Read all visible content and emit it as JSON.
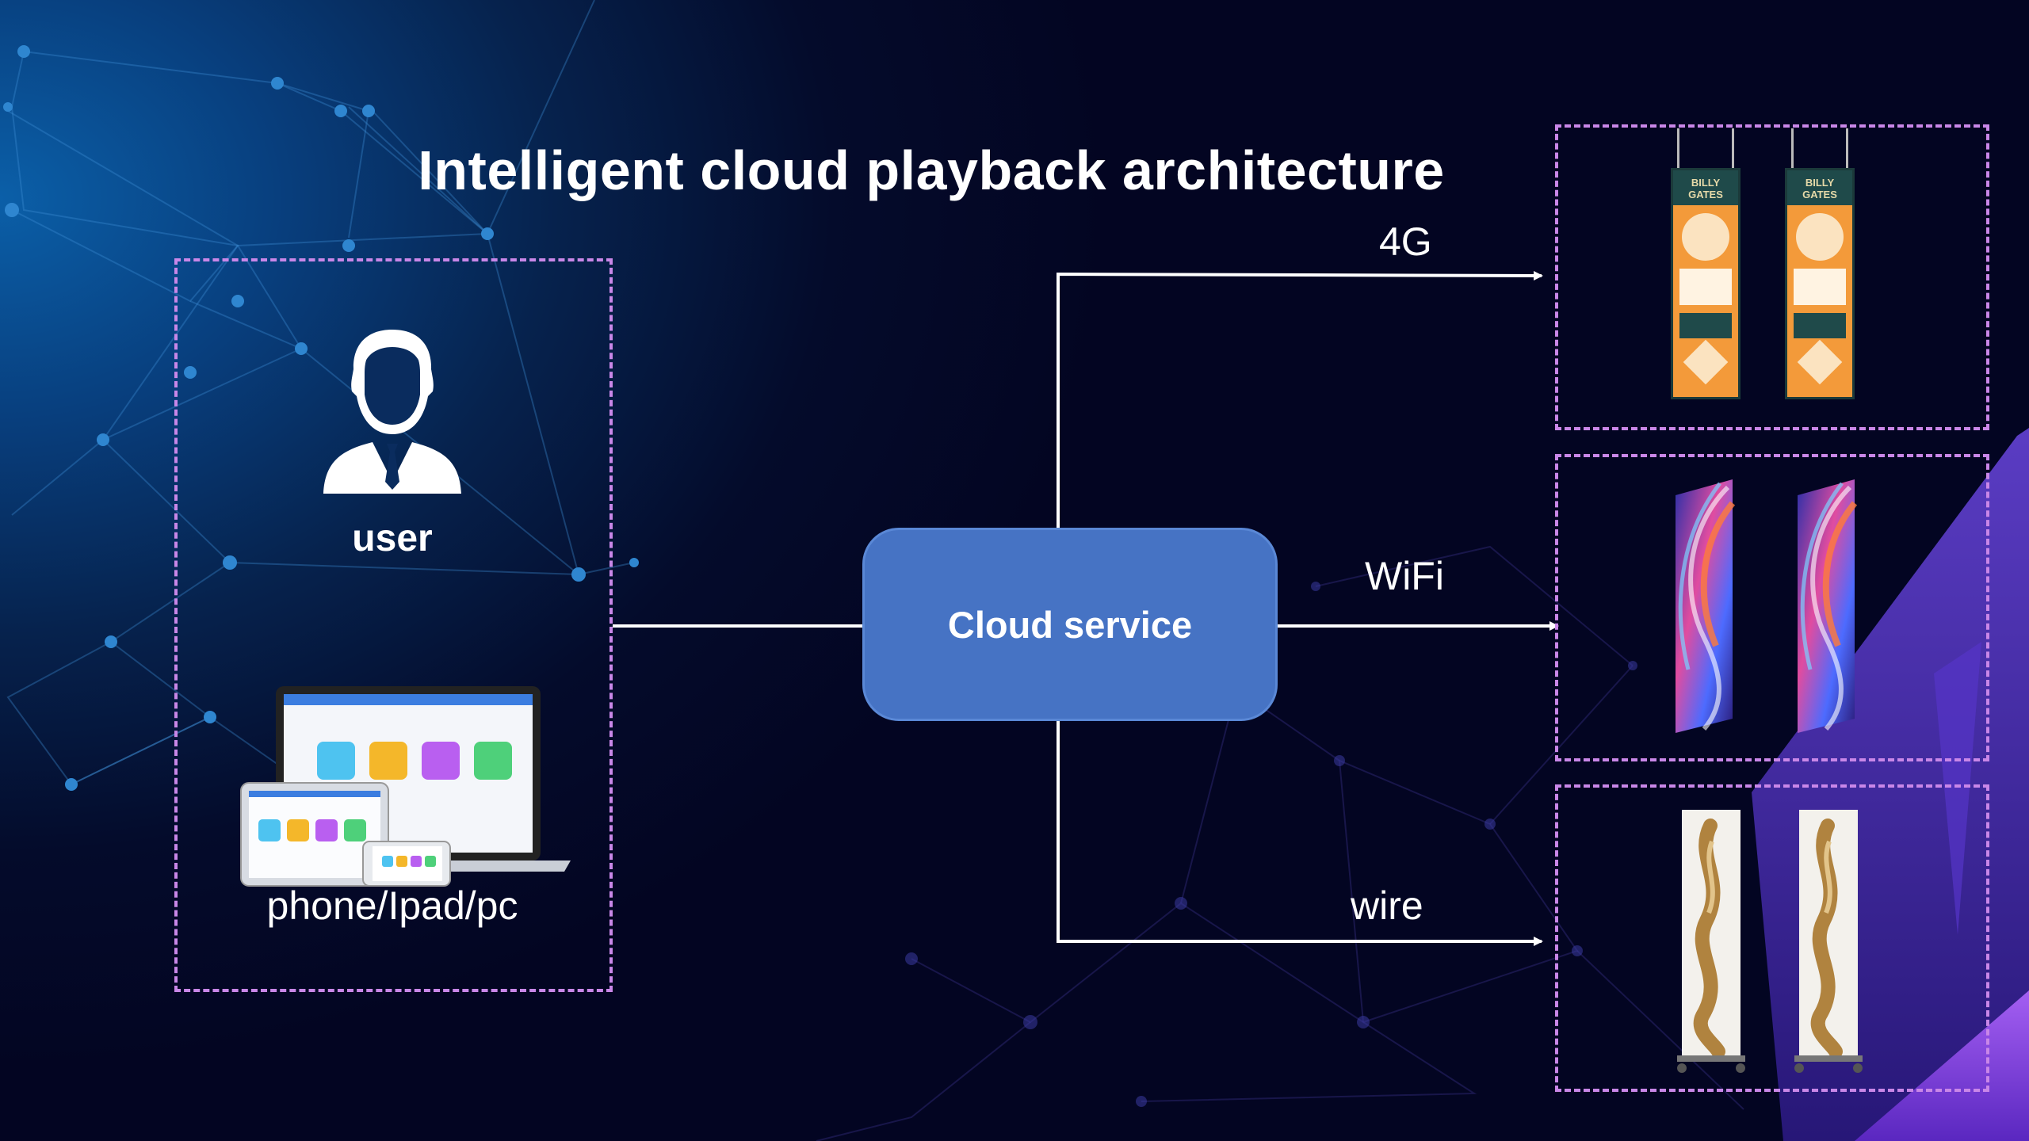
{
  "title": "Intelligent cloud playback architecture",
  "left_panel": {
    "user_label": "user",
    "devices_label": "phone/Ipad/pc"
  },
  "center": {
    "cloud_label": "Cloud service"
  },
  "connections": {
    "top_label": "4G",
    "middle_label": "WiFi",
    "bottom_label": "wire"
  },
  "poster_text": "BILLY GATES",
  "icons": [
    "user-icon",
    "laptop-tablet-phone-icon"
  ],
  "colors": {
    "cloud_fill": "#4673c4",
    "dashed_border": "#c987e8",
    "connector": "#ffffff",
    "accent_purple": "#8a4ee0"
  }
}
